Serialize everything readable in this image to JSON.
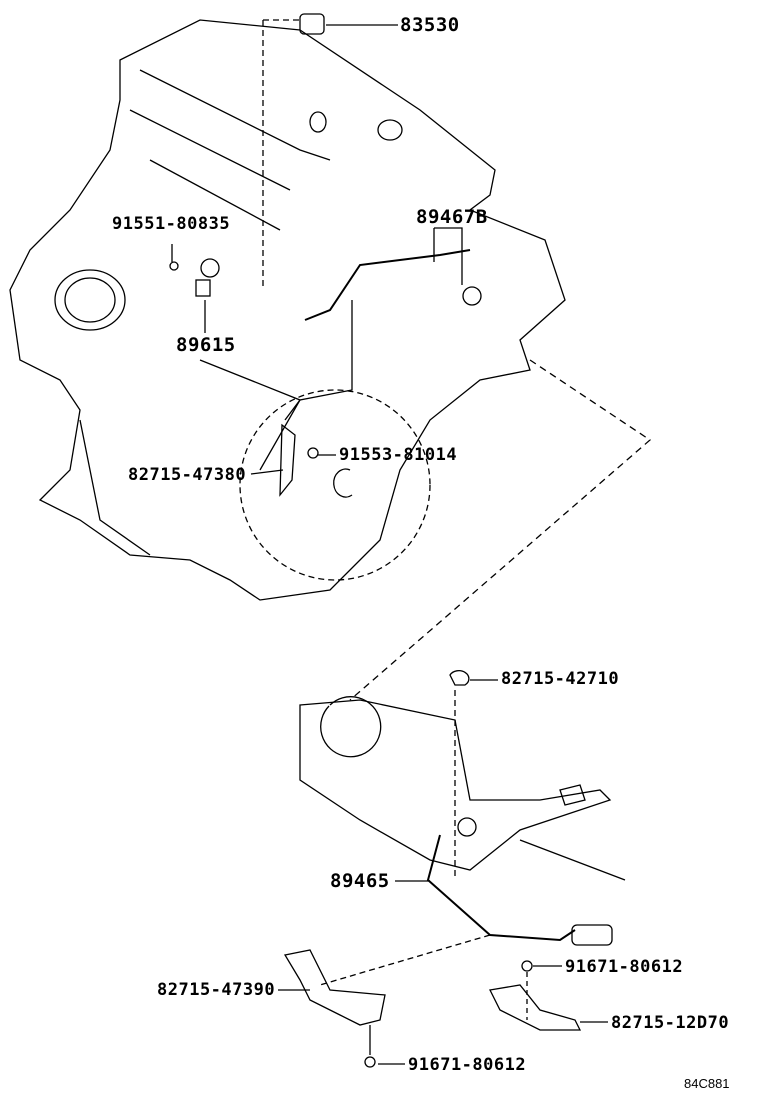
{
  "diagram": {
    "code": "84C881",
    "parts": [
      {
        "number": "83530"
      },
      {
        "number": "89467B"
      },
      {
        "number": "91551-80835"
      },
      {
        "number": "89615"
      },
      {
        "number": "91553-81014"
      },
      {
        "number": "82715-47380"
      },
      {
        "number": "82715-42710"
      },
      {
        "number": "89465"
      },
      {
        "number": "91671-80612"
      },
      {
        "number": "82715-47390"
      },
      {
        "number": "82715-12D70"
      },
      {
        "number": "91671-80612"
      }
    ]
  }
}
